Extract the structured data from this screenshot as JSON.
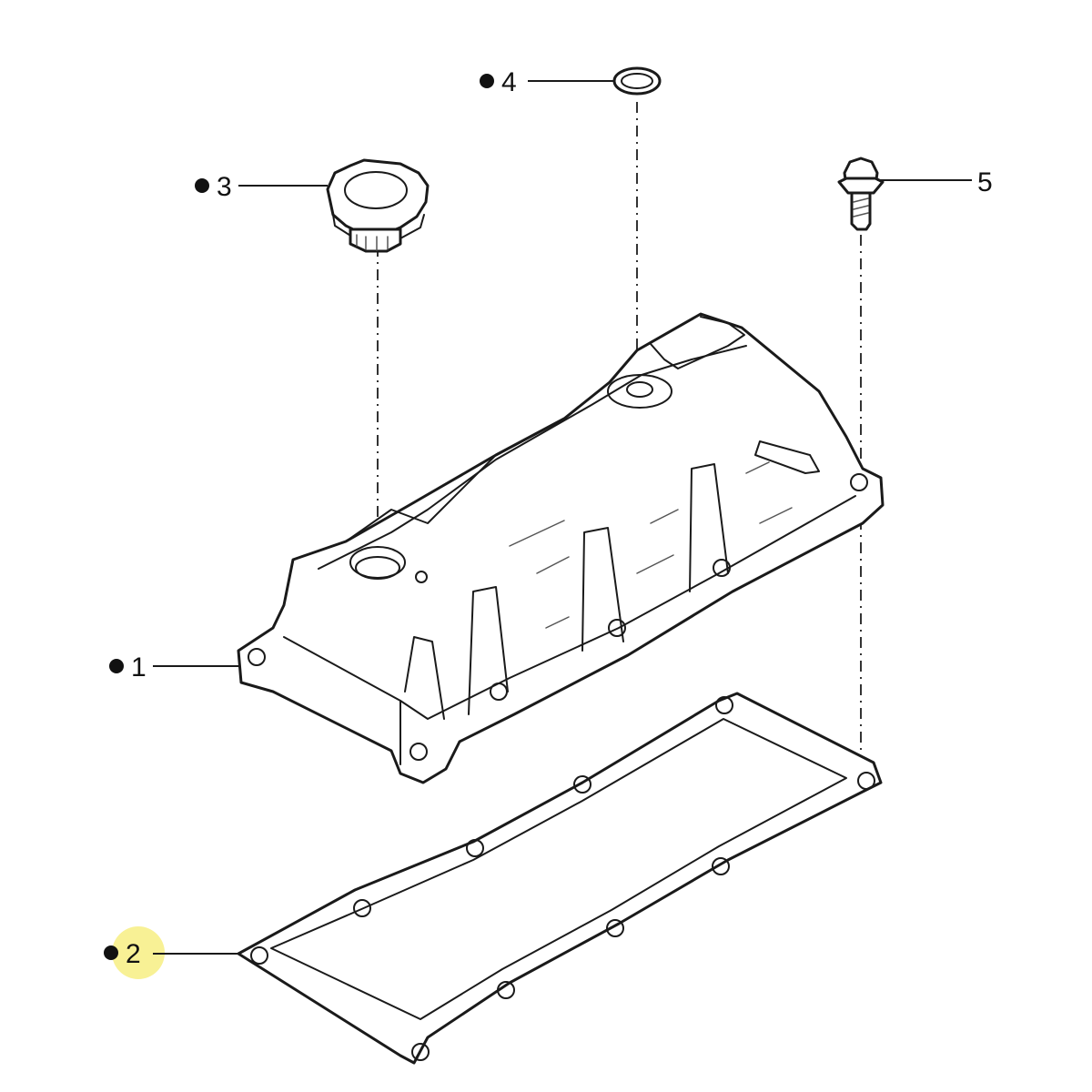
{
  "callouts": [
    {
      "id": "1",
      "label": "1",
      "marked": true
    },
    {
      "id": "2",
      "label": "2",
      "marked": true,
      "highlighted": true
    },
    {
      "id": "3",
      "label": "3",
      "marked": true
    },
    {
      "id": "4",
      "label": "4",
      "marked": true
    },
    {
      "id": "5",
      "label": "5",
      "marked": false
    }
  ],
  "colors": {
    "line": "#1a1a1a",
    "highlight": "#f7f08a",
    "background": "#ffffff"
  }
}
